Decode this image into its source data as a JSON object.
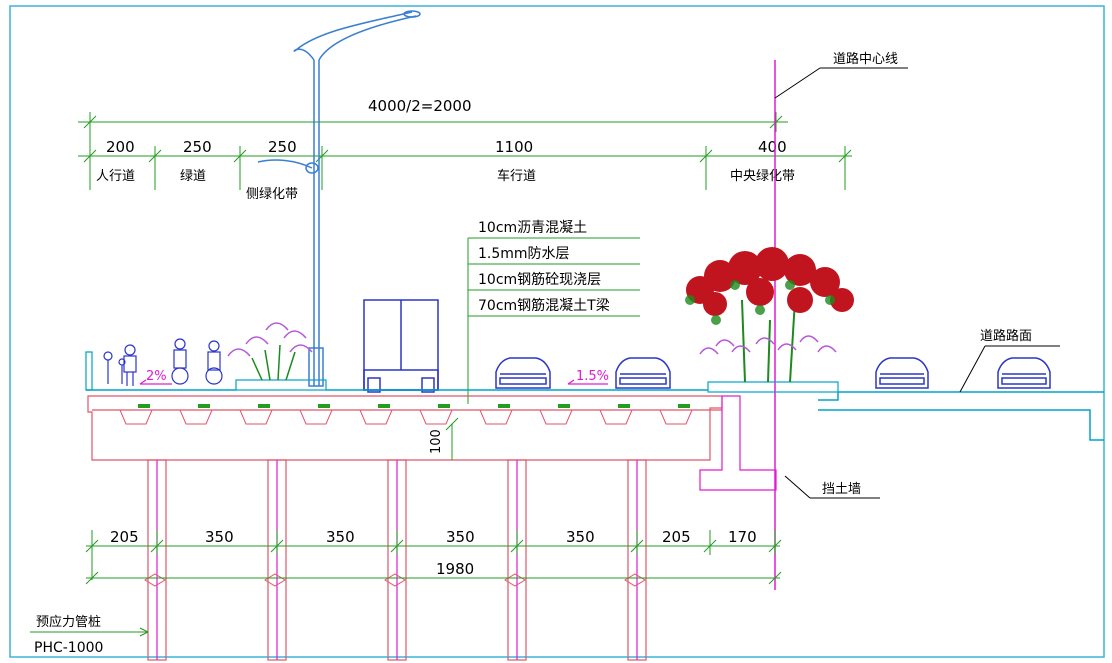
{
  "colors": {
    "frame": "#3bb4d8",
    "dimension": "#1f9e1f",
    "structure": "#e0566b",
    "centerline": "#e01cd0",
    "road": "#00a3c8",
    "vehicle": "#2b35c8",
    "lamp": "#3a7fd0",
    "tree_red": "#c0141f",
    "tree_green": "#1c8a1c",
    "flower": "#b659d8",
    "text": "#000000"
  },
  "labels": {
    "centerline": "道路中心线",
    "road_surface": "道路路面",
    "retaining_wall": "挡土墙",
    "pile_name": "预应力管桩",
    "pile_code": "PHC-1000",
    "slope_left": "2%",
    "slope_right": "1.5%",
    "beam_height": "100"
  },
  "dims_top": {
    "total": "4000/2=2000",
    "segments": [
      {
        "value": "200",
        "name": "人行道"
      },
      {
        "value": "250",
        "name": "绿道"
      },
      {
        "value": "250",
        "name": "侧绿化带"
      },
      {
        "value": "1100",
        "name": "车行道"
      },
      {
        "value": "400",
        "name": "中央绿化带"
      }
    ]
  },
  "layers": [
    "10cm沥青混凝土",
    "1.5mm防水层",
    "10cm钢筋砼现浇层",
    "70cm钢筋混凝土T梁"
  ],
  "dims_bottom": {
    "spans": [
      "205",
      "350",
      "350",
      "350",
      "350",
      "205",
      "170"
    ],
    "total": "1980"
  }
}
